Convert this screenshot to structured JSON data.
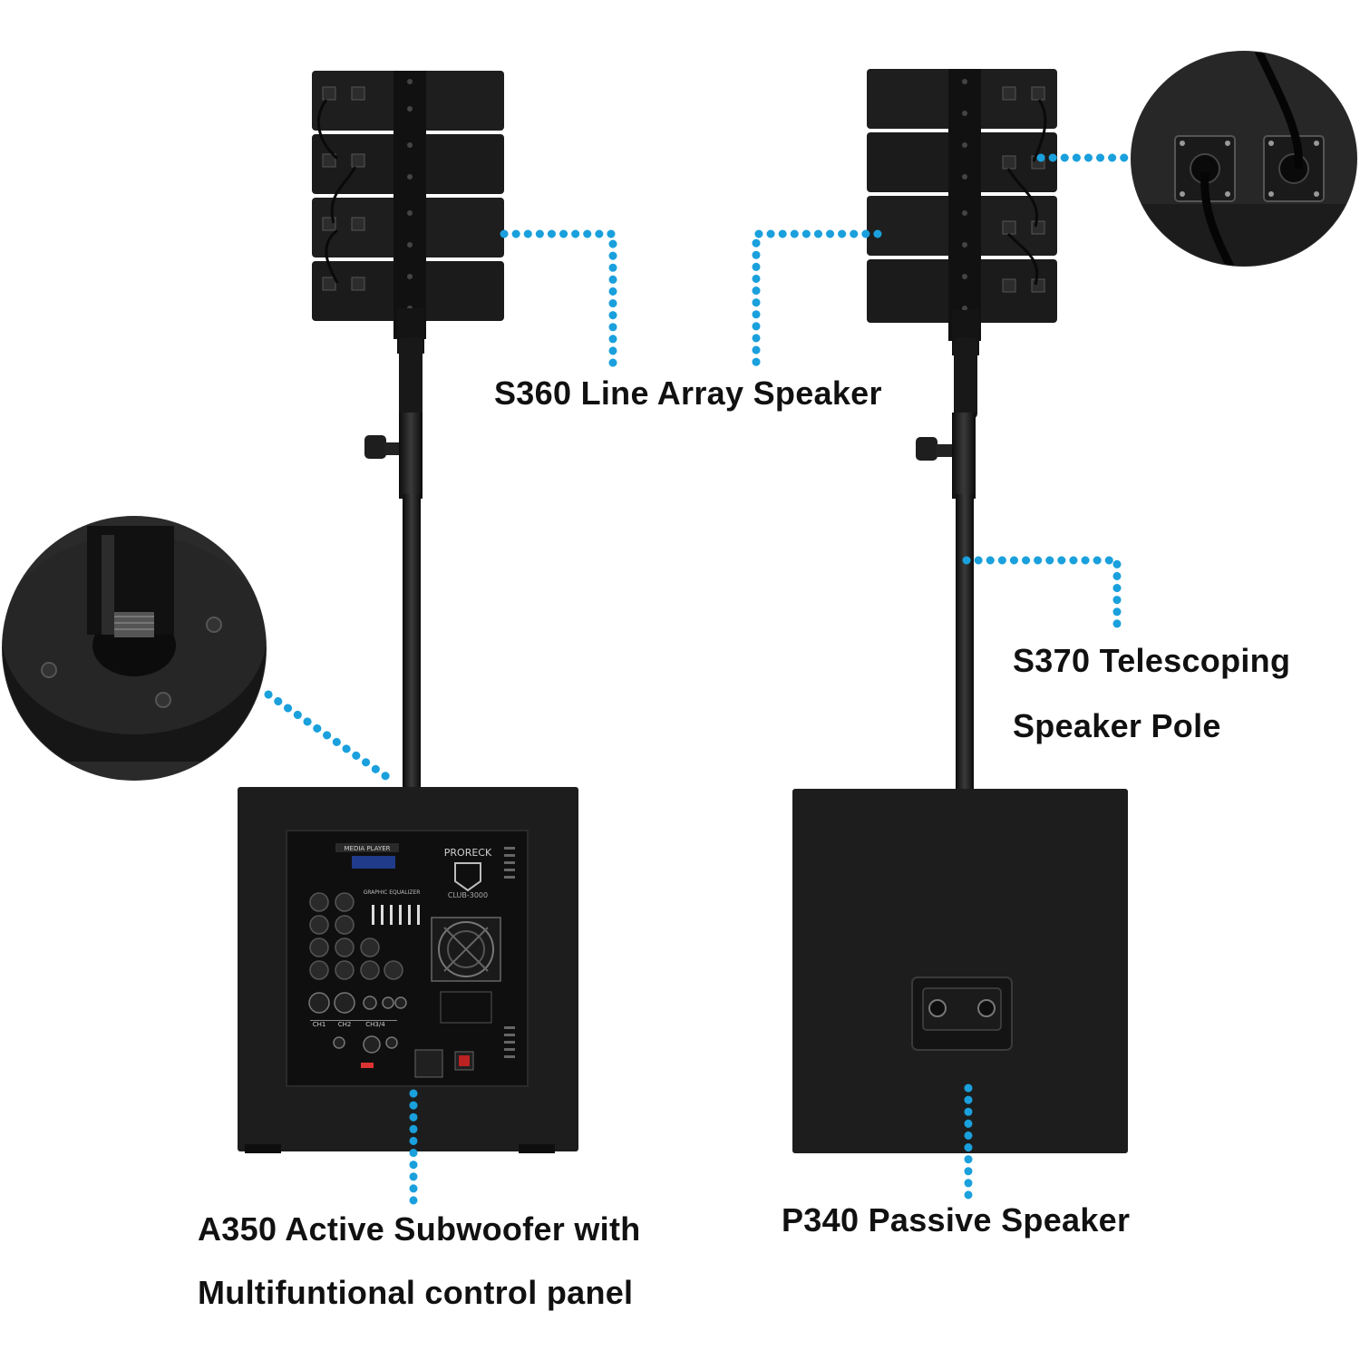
{
  "labels": {
    "line_array": "S360 Line Array Speaker",
    "pole_line1": "S370 Telescoping",
    "pole_line2": "Speaker Pole",
    "sub_line1": "A350 Active Subwoofer with",
    "sub_line2": "Multifuntional control panel",
    "passive": "P340 Passive Speaker"
  },
  "panel": {
    "brand": "PRORECK",
    "model": "CLUB-3000",
    "media_player": "MEDIA PLAYER",
    "equalizer": "GRAPHIC EQUALIZER",
    "ch1": "CH1",
    "ch2": "CH2",
    "ch3": "CH3/4"
  },
  "colors": {
    "callout": "#1aa0dc",
    "speaker": "#1c1c1c",
    "text": "#111111"
  }
}
